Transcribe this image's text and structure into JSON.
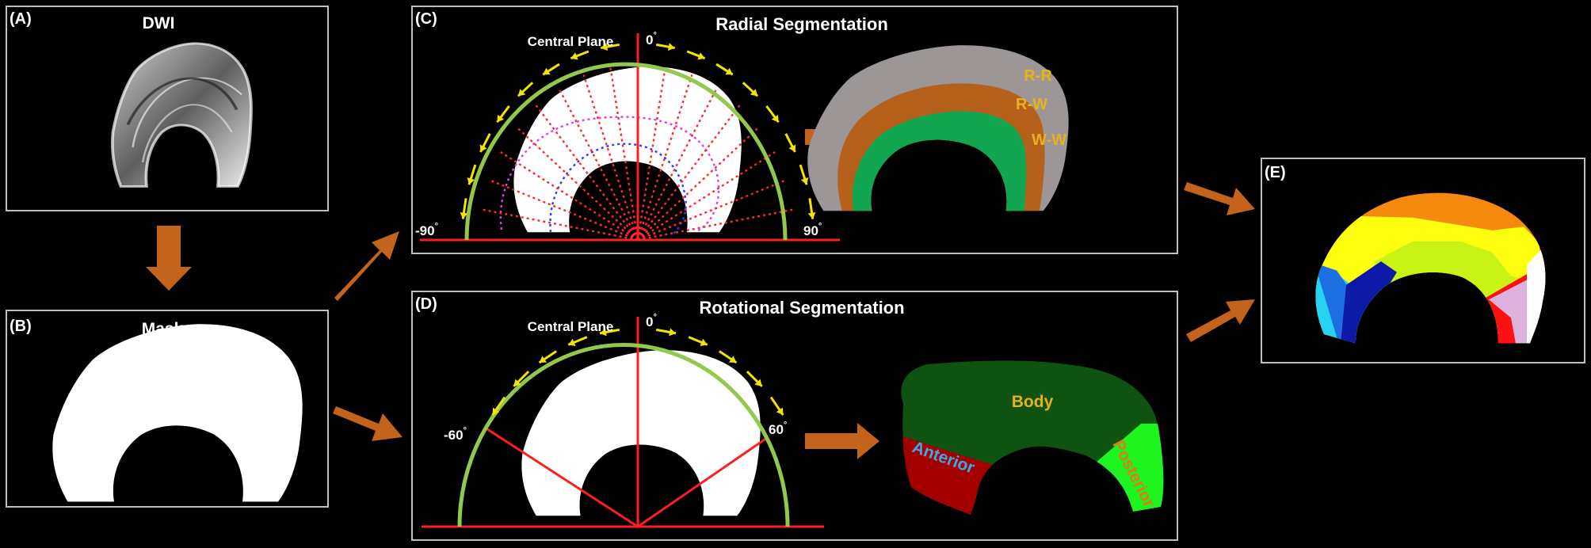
{
  "panels": {
    "a": {
      "id": "(A)",
      "title": "DWI"
    },
    "b": {
      "id": "(B)",
      "title": "Mask"
    },
    "c": {
      "id": "(C)",
      "title": "Radial Segmentation",
      "central_plane": "Central Plane",
      "angle_top": "0",
      "angle_left": "-90",
      "angle_right": "90",
      "regions": [
        "R-R",
        "R-W",
        "W-W"
      ]
    },
    "d": {
      "id": "(D)",
      "title": "Rotational Segmentation",
      "central_plane": "Central Plane",
      "angle_top": "0",
      "angle_left": "-60",
      "angle_right": "60",
      "regions": [
        "Body",
        "Anterior",
        "Posterior"
      ]
    },
    "e": {
      "id": "(E)"
    }
  },
  "colors": {
    "rr": "#9c9696",
    "rw": "#b5611b",
    "ww": "#12a650",
    "body": "#0e5410",
    "anterior": "#a50000",
    "posterior": "#1ef41e",
    "arrow": "#c4631c",
    "arc": "#92c94c",
    "guide": "#ff1e1e",
    "yellow_arrows": "#f0e400",
    "label_gold": "#e8b21c",
    "label_blue": "#3fa7e6",
    "label_orange": "#e07a1a"
  }
}
